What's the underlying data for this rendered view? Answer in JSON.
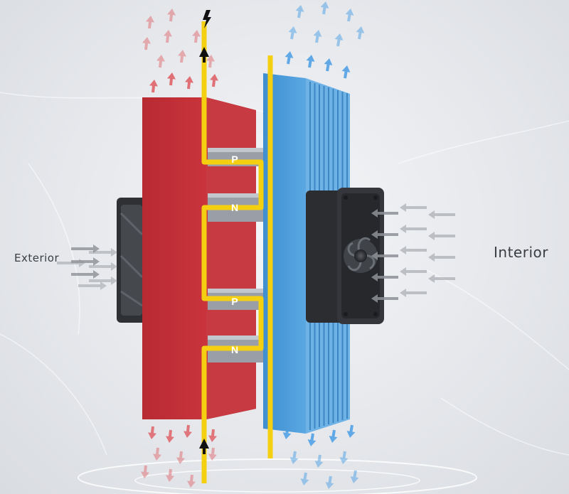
{
  "labels": {
    "exterior": "Exterior",
    "interior": "Interior"
  },
  "semiconductors": [
    {
      "type": "P"
    },
    {
      "type": "N"
    },
    {
      "type": "P"
    },
    {
      "type": "N"
    }
  ],
  "colors": {
    "hot_side": "#c8323a",
    "cold_side": "#4c9bd8",
    "conductor": "#f5d010",
    "semiconductor": "#9a9ea6",
    "fan": "#3a3c40",
    "hot_flow": "#e06a6f",
    "cold_flow": "#5aa6e6",
    "air_flow": "#8e9298"
  },
  "icons": {
    "power": "lightning-bolt-icon",
    "current": "arrow-up-icon"
  }
}
